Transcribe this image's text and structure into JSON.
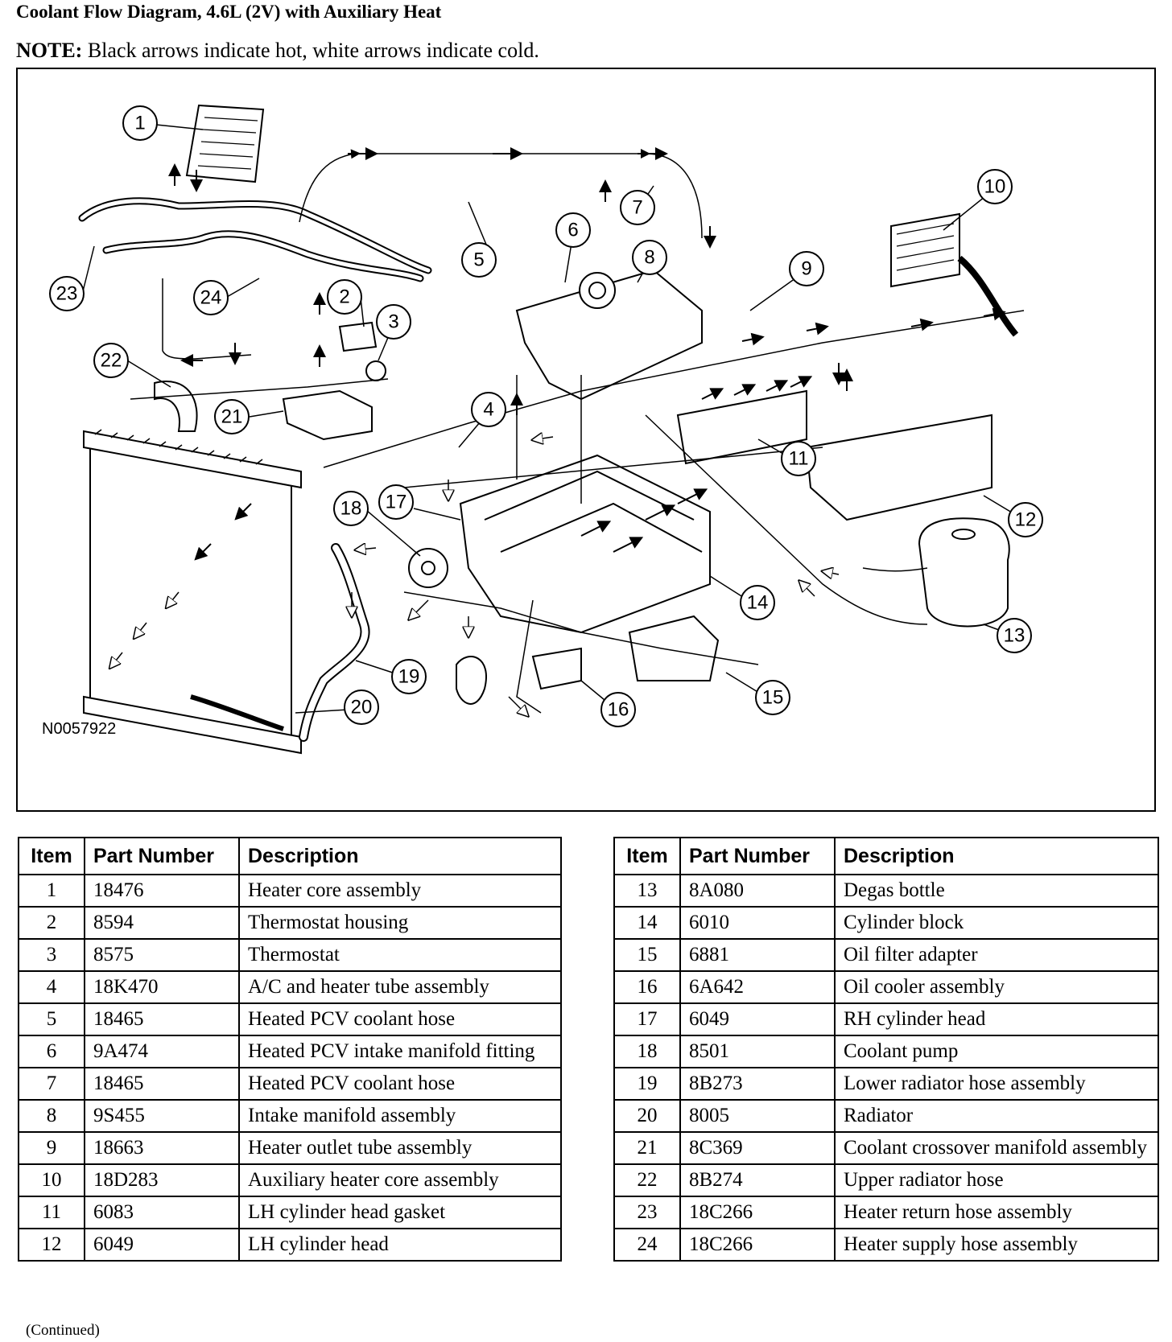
{
  "title": "Coolant Flow Diagram, 4.6L (2V) with Auxiliary Heat",
  "note": {
    "label": "NOTE:",
    "text": "Black arrows indicate hot, white arrows indicate cold."
  },
  "figure_id": "N0057922",
  "table_headers": {
    "item": "Item",
    "part_number": "Part Number",
    "description": "Description"
  },
  "parts": [
    {
      "item": "1",
      "part_number": "18476",
      "description": "Heater core assembly"
    },
    {
      "item": "2",
      "part_number": "8594",
      "description": "Thermostat housing"
    },
    {
      "item": "3",
      "part_number": "8575",
      "description": "Thermostat"
    },
    {
      "item": "4",
      "part_number": "18K470",
      "description": "A/C and heater tube assembly"
    },
    {
      "item": "5",
      "part_number": "18465",
      "description": "Heated PCV coolant hose"
    },
    {
      "item": "6",
      "part_number": "9A474",
      "description": "Heated PCV intake manifold fitting"
    },
    {
      "item": "7",
      "part_number": "18465",
      "description": "Heated PCV coolant hose"
    },
    {
      "item": "8",
      "part_number": "9S455",
      "description": "Intake manifold assembly"
    },
    {
      "item": "9",
      "part_number": "18663",
      "description": "Heater outlet tube assembly"
    },
    {
      "item": "10",
      "part_number": "18D283",
      "description": "Auxiliary heater core assembly"
    },
    {
      "item": "11",
      "part_number": "6083",
      "description": "LH cylinder head gasket"
    },
    {
      "item": "12",
      "part_number": "6049",
      "description": "LH cylinder head"
    },
    {
      "item": "13",
      "part_number": "8A080",
      "description": "Degas bottle"
    },
    {
      "item": "14",
      "part_number": "6010",
      "description": "Cylinder block"
    },
    {
      "item": "15",
      "part_number": "6881",
      "description": "Oil filter adapter"
    },
    {
      "item": "16",
      "part_number": "6A642",
      "description": "Oil cooler assembly"
    },
    {
      "item": "17",
      "part_number": "6049",
      "description": "RH cylinder head"
    },
    {
      "item": "18",
      "part_number": "8501",
      "description": "Coolant pump"
    },
    {
      "item": "19",
      "part_number": "8B273",
      "description": "Lower radiator hose assembly"
    },
    {
      "item": "20",
      "part_number": "8005",
      "description": "Radiator"
    },
    {
      "item": "21",
      "part_number": "8C369",
      "description": "Coolant crossover manifold assembly"
    },
    {
      "item": "22",
      "part_number": "8B274",
      "description": "Upper radiator hose"
    },
    {
      "item": "23",
      "part_number": "18C266",
      "description": "Heater return hose assembly"
    },
    {
      "item": "24",
      "part_number": "18C266",
      "description": "Heater supply hose assembly"
    }
  ],
  "continued": "(Continued)"
}
